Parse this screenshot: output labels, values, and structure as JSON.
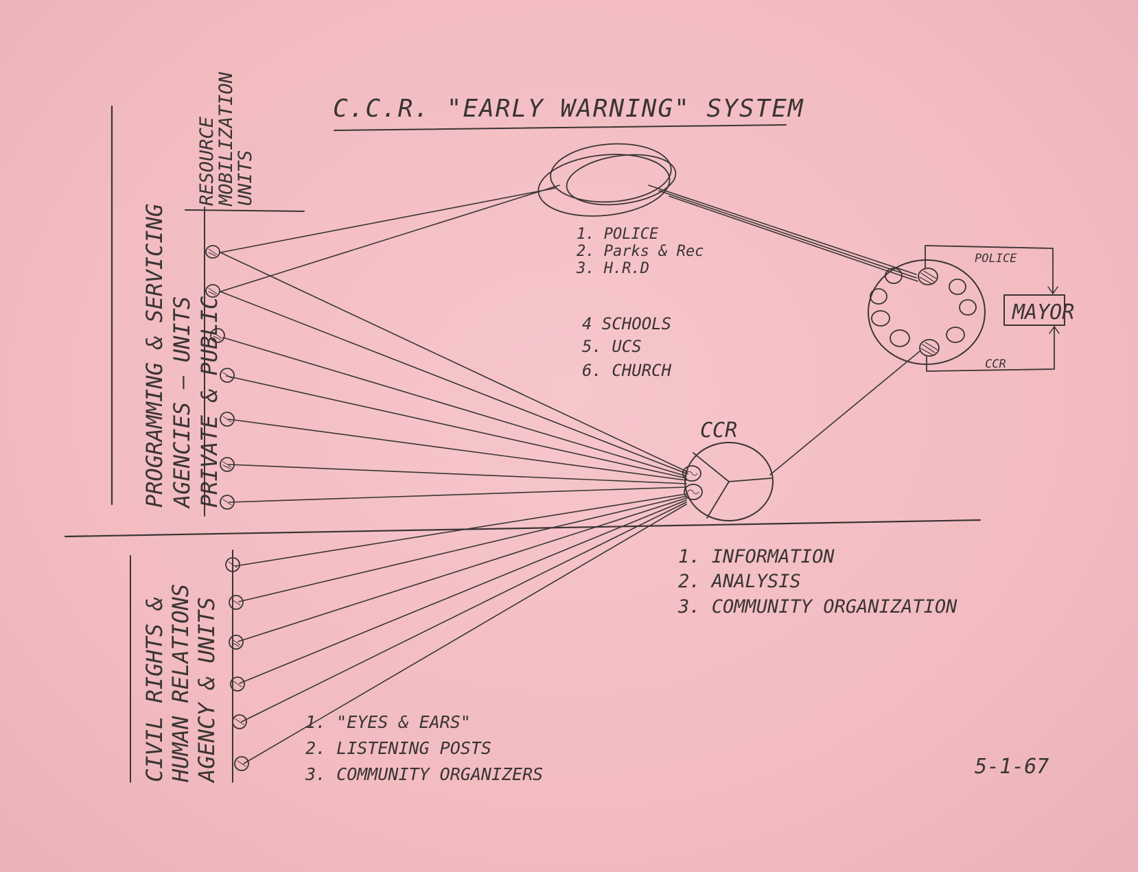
{
  "title": "C.C.R. \"EARLY WARNING\" SYSTEM",
  "sections": {
    "resource": [
      "RESOURCE",
      "MOBILIZATION",
      "UNITS"
    ],
    "programming": [
      "PROGRAMMING & SERVICING",
      "AGENCIES — UNITS",
      "PRIVATE & PUBLIC"
    ],
    "civil": [
      "CIVIL RIGHTS &",
      "HUMAN RELATIONS",
      "AGENCY & UNITS"
    ]
  },
  "resource_list": {
    "a": [
      "1. POLICE",
      "2. Parks & Rec",
      "3. H.R.D"
    ],
    "b": [
      "4 SCHOOLS",
      "5. UCS",
      "6. CHURCH"
    ]
  },
  "ccr": {
    "label": "CCR",
    "functions": [
      "1. INFORMATION",
      "2. ANALYSIS",
      "3. COMMUNITY ORGANIZATION"
    ]
  },
  "network": {
    "police": "POLICE",
    "mayor": "MAYOR",
    "ccr": "CCR"
  },
  "field_list": [
    "1. \"EYES & EARS\"",
    "2. LISTENING POSTS",
    "3. COMMUNITY ORGANIZERS"
  ],
  "date": "5-1-67",
  "colors": {
    "paper": "#f2bcc1",
    "ink": "#3a3434"
  }
}
